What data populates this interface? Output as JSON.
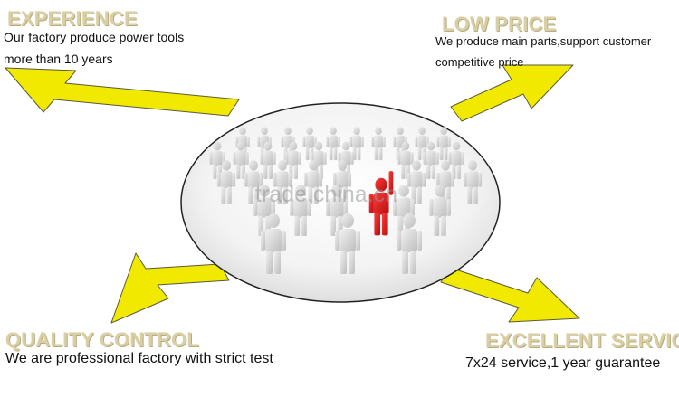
{
  "sections": {
    "experience": {
      "title": "EXPERIENCE",
      "line1": "Our factory produce power tools",
      "line2": "more than 10 years"
    },
    "low_price": {
      "title": "LOW PRICE",
      "line1": "We produce main parts,support customer",
      "line2": "competitive price"
    },
    "quality_control": {
      "title": "QUALITY CONTROL",
      "line1": "We are professional factory with strict test"
    },
    "excellent_service": {
      "title": "EXCELLENT SERVICE",
      "line1": "7x24 service,1 year guarantee"
    }
  },
  "watermark": "trade.china.cn",
  "colors": {
    "heading": "#d9cfa6",
    "arrow_fill": "#f2e900",
    "arrow_stroke": "#5a5a3a",
    "figure": "#dcdcdc",
    "leader_figure": "#e02020"
  }
}
